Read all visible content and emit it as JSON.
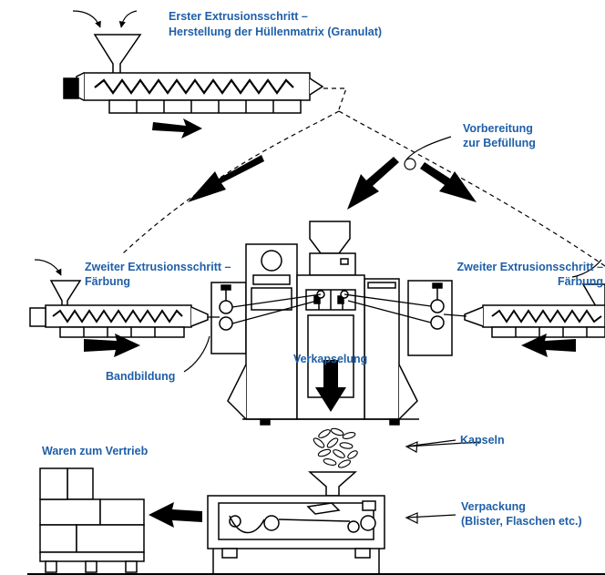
{
  "labels": {
    "step1_line1": "Erster Extrusionsschritt –",
    "step1_line2": "Herstellung der Hüllenmatrix (Granulat)",
    "prep_line1": "Vorbereitung",
    "prep_line2": "zur Befüllung",
    "left_step2_line1": "Zweiter Extrusionsschritt –",
    "left_step2_line2": "Färbung",
    "right_step2_line1": "Zweiter Extrusionsschritt –",
    "right_step2_line2": "Färbung",
    "ribbon": "Bandbildung",
    "encapsulation": "Verkapselung",
    "capsules": "Kapseln",
    "goods": "Waren zum Vertrieb",
    "packaging_line1": "Verpackung",
    "packaging_line2": "(Blister, Flaschen etc.)"
  },
  "colors": {
    "label": "#1f5fa8",
    "line": "#000000",
    "background": "#ffffff"
  }
}
